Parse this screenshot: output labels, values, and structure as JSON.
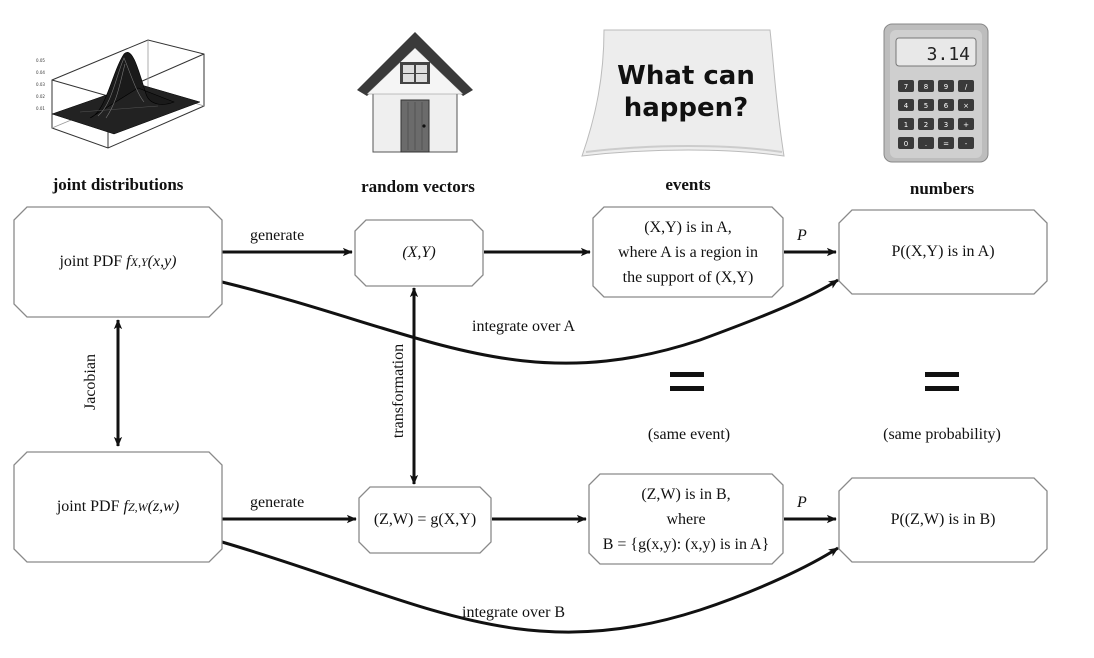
{
  "headings": {
    "joint": "joint distributions",
    "random": "random vectors",
    "events": "events",
    "numbers": "numbers"
  },
  "icons": {
    "surface": "3d-surface-plot-icon",
    "house": "house-icon",
    "note": "what-can-happen-note-icon",
    "calculator": "calculator-icon"
  },
  "note_text": [
    "What can",
    "happen?"
  ],
  "calculator": {
    "display": "3.14",
    "keys": [
      "7",
      "8",
      "9",
      "/",
      "4",
      "5",
      "6",
      "×",
      "1",
      "2",
      "3",
      "+",
      "0",
      ".",
      "=",
      "-"
    ]
  },
  "surface_axis_ticks": [
    "0.05",
    "0.04",
    "0.03",
    "0.02",
    "0.01"
  ],
  "top_row": {
    "pdf_prefix": "joint PDF ",
    "pdf_f": "f",
    "pdf_sub": "X,Y",
    "pdf_arg": "(x,y)",
    "rv": "(X,Y)",
    "event_line1": "(X,Y) is in A,",
    "event_line2": "where A is a region in",
    "event_line3": "the support of (X,Y)",
    "prob": "P((X,Y) is in A)"
  },
  "bottom_row": {
    "pdf_prefix": "joint PDF ",
    "pdf_f": "f",
    "pdf_sub": "Z,W",
    "pdf_arg": "(z,w)",
    "rv": "(Z,W) = g(X,Y)",
    "event_line1": "(Z,W) is in B,",
    "event_line2": "where",
    "event_line3": "B = {g(x,y): (x,y) is in A}",
    "prob": "P((Z,W) is in B)"
  },
  "edges": {
    "generate_top": "generate",
    "generate_bottom": "generate",
    "p_top": "P",
    "p_bottom": "P",
    "integrate_top": "integrate over A",
    "integrate_bottom": "integrate over B",
    "jacobian": "Jacobian",
    "transformation": "transformation"
  },
  "captions": {
    "same_event": "(same event)",
    "same_probability": "(same probability)"
  }
}
